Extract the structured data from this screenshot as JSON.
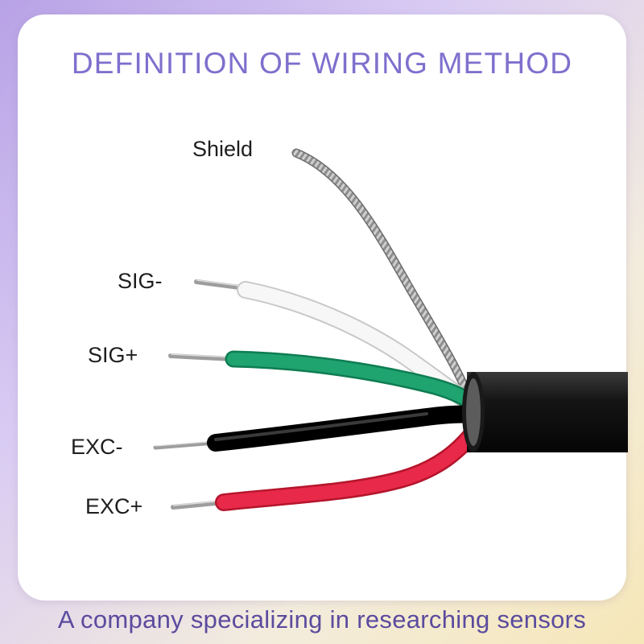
{
  "title": "DEFINITION OF WIRING METHOD",
  "wires": [
    {
      "label": "Shield",
      "color": "#9a9a9a"
    },
    {
      "label": "SIG-",
      "color": "#f4f4f4"
    },
    {
      "label": "SIG+",
      "color": "#1fa36f"
    },
    {
      "label": "EXC-",
      "color": "#141414"
    },
    {
      "label": "EXC+",
      "color": "#e0243c"
    }
  ],
  "cable_jacket_color": "#111111",
  "footer": "A company specializing in researching sensors",
  "colors": {
    "title": "#7f6fcd",
    "footer": "#5b4b9e",
    "card": "#ffffff"
  }
}
